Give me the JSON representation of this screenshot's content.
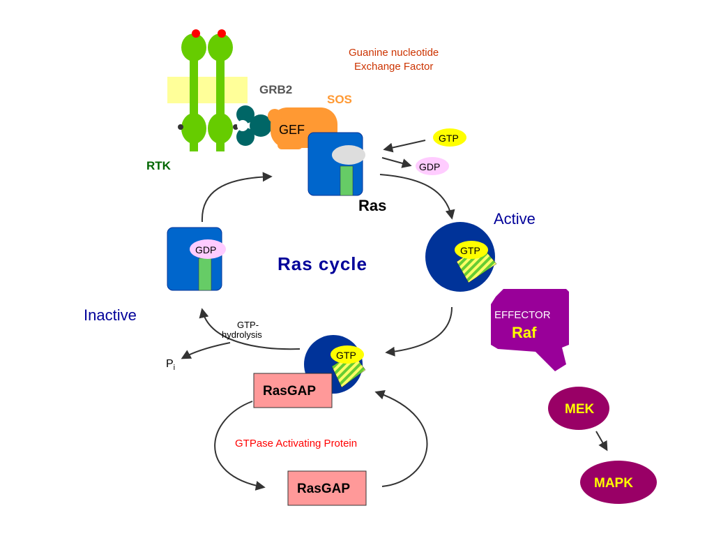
{
  "labels": {
    "gef_full": [
      "Guanine nucleotide",
      "Exchange Factor"
    ],
    "grb2": "GRB2",
    "sos": "SOS",
    "gef": "GEF",
    "rtk": "RTK",
    "ras": "Ras",
    "active": "Active",
    "inactive": "Inactive",
    "ras_cycle": "Ras cycle",
    "gtp_hydrolysis": [
      "GTP-",
      "hydrolysis"
    ],
    "pi_main": "P",
    "pi_sub": "i",
    "rasgap": "RasGAP",
    "gap_full": "GTPase Activating Protein",
    "effector": "EFFECTOR",
    "raf": "Raf",
    "mek": "MEK",
    "mapk": "MAPK",
    "gtp": "GTP",
    "gdp": "GDP"
  },
  "colors": {
    "receptor_green": "#66cc00",
    "membrane_yellow": "#ffff99",
    "grb2_teal": "#006666",
    "sos_orange": "#ff9933",
    "ras_blue": "#0066cc",
    "active_navy": "#003399",
    "gtp_yellow": "#ffff00",
    "gdp_pink": "#ffccff",
    "raf_purple": "#990099",
    "mek_maroon": "#990066",
    "rasgap_pink": "#ff9999",
    "red_dot": "#ff0000",
    "label_green": "#006600",
    "label_brown": "#cc3300",
    "label_navy": "#000099",
    "label_red": "#ff0000",
    "arrow_gray": "#333333"
  }
}
